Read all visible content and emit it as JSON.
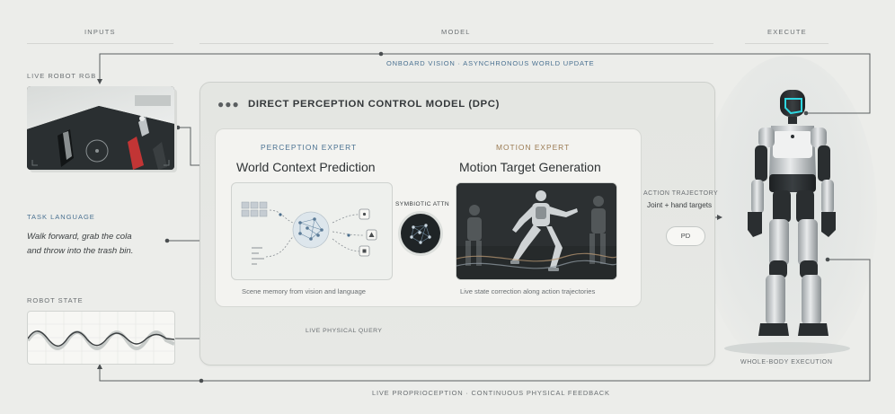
{
  "columns": {
    "inputs": "INPUTS",
    "model": "MODEL",
    "execute": "EXECUTE"
  },
  "top_loop_label": "ONBOARD VISION · ASYNCHRONOUS WORLD UPDATE",
  "bottom_loop_label": "LIVE PROPRIOCEPTION · CONTINUOUS PHYSICAL FEEDBACK",
  "inputs": {
    "rgb_label": "LIVE ROBOT RGB",
    "task_label": "TASK LANGUAGE",
    "task_line1": "Walk forward, grab the cola",
    "task_line2": "and throw into the trash bin.",
    "state_label": "ROBOT STATE"
  },
  "model": {
    "title": "DIRECT PERCEPTION CONTROL MODEL (DPC)",
    "perception": {
      "tag": "PERCEPTION EXPERT",
      "title": "World Context Prediction",
      "caption": "Scene memory from vision and language"
    },
    "attn_label": "SYMBIOTIC ATTN",
    "motion": {
      "tag": "MOTION EXPERT",
      "title": "Motion Target Generation",
      "caption": "Live state correction along action trajectories"
    },
    "query_label": "LIVE PHYSICAL QUERY"
  },
  "output": {
    "trajectory_label": "ACTION TRAJECTORY",
    "trajectory_sub": "Joint + hand targets",
    "pd_label": "PD",
    "execution_label": "WHOLE-BODY EXECUTION"
  },
  "colors": {
    "accent_blue": "#4a7191",
    "accent_bronze": "#9a7a52",
    "line": "#5a5e60",
    "visor": "#2fd6e0"
  }
}
